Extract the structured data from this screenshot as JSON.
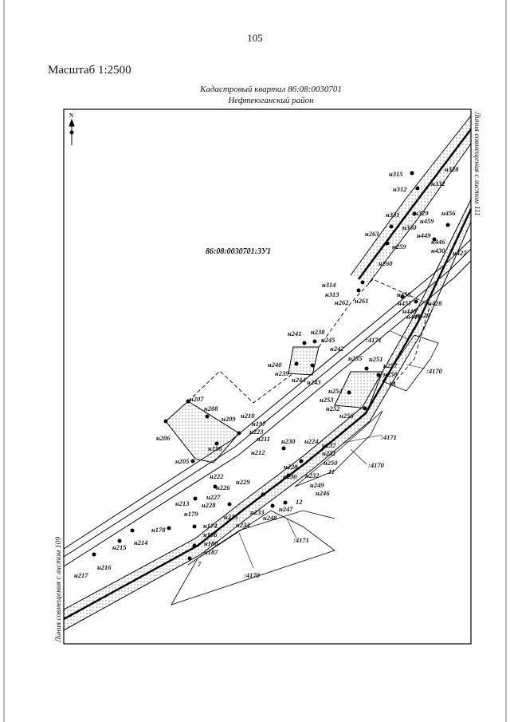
{
  "page_number": "105",
  "scale_label": "Масштаб 1:2500",
  "quarter_title": "Кадастровый квартал 86:08:0030701",
  "district": "Нефтеюганский район",
  "parcel_id": "86:08:0030701:ЗУ1",
  "north_label": "N",
  "match_line_right": "Линия совмещения с листом 111",
  "match_line_left": "Линия совмещения с листом 109",
  "parcel_refs": [
    ":4171",
    ":4170",
    ":4171",
    ":4170",
    ":4171",
    ":4170"
  ],
  "points": [
    "н315",
    "н328",
    "н332",
    "н312",
    "н331",
    "н329",
    "н330",
    "н456",
    "н459",
    "н449",
    "н446",
    "н263",
    "н259",
    "н430",
    "н427",
    "н260",
    "н314",
    "н313",
    "н262",
    "н261",
    "н458",
    "н457",
    "н448",
    "н428",
    "н447",
    "н429",
    "н241",
    "н238",
    "н245",
    "н242",
    "н240",
    "н239",
    "н244",
    "н243",
    "н255",
    "н251",
    "н257",
    "н258",
    "13",
    "н254",
    "н253",
    "н252",
    "н256",
    "н207",
    "н208",
    "н209",
    "н210",
    "н197",
    "н223",
    "н211",
    "н206",
    "н198",
    "н212",
    "н205",
    "н230",
    "н224",
    "н237",
    "н231",
    "н250",
    "11",
    "н222",
    "н228",
    "н236",
    "н232",
    "н249",
    "н229",
    "н246",
    "н226",
    "н227",
    "н228",
    "н213",
    "н235",
    "н233",
    "н247",
    "н234",
    "н248",
    "12",
    "н179",
    "н178",
    "н174",
    "н186",
    "н215",
    "н214",
    "н180",
    "н187",
    "н216",
    "н217",
    "7"
  ]
}
